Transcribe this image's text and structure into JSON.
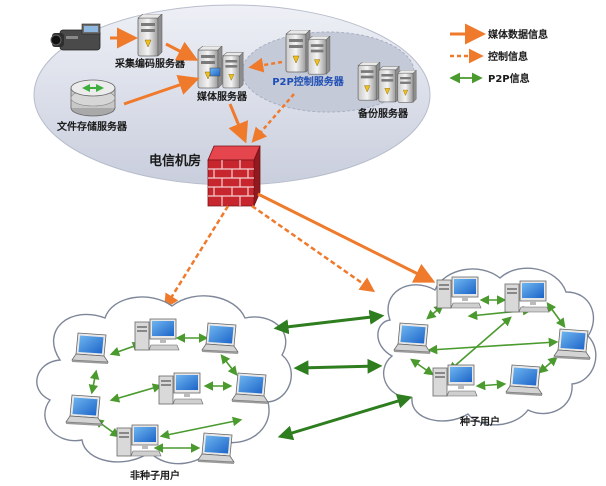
{
  "legend": {
    "media_data": "媒体数据信息",
    "control": "控制信息",
    "p2p": "P2P信息"
  },
  "server_room": {
    "title": "电信机房",
    "capture_encode_server": "采集编码服务器",
    "file_storage_server": "文件存储服务器",
    "media_server": "媒体服务器",
    "p2p_control_server": "P2P控制服务器",
    "backup_server": "备份服务器"
  },
  "clouds": {
    "non_seed_users": "非种子用户",
    "seed_users": "种子用户"
  },
  "colors": {
    "media_arrow": "#f07a2b",
    "control_arrow": "#f07a2b",
    "p2p_arrow": "#4a9a2e",
    "room_fill": "#dcdfe9",
    "cloud_fill": "#ffffff",
    "label_blue": "#1f4fb4",
    "firewall": "#c8262e"
  },
  "icons": [
    "camcorder-icon",
    "server-icon",
    "disk-storage-icon",
    "firewall-icon",
    "laptop-icon",
    "desktop-pc-icon"
  ]
}
